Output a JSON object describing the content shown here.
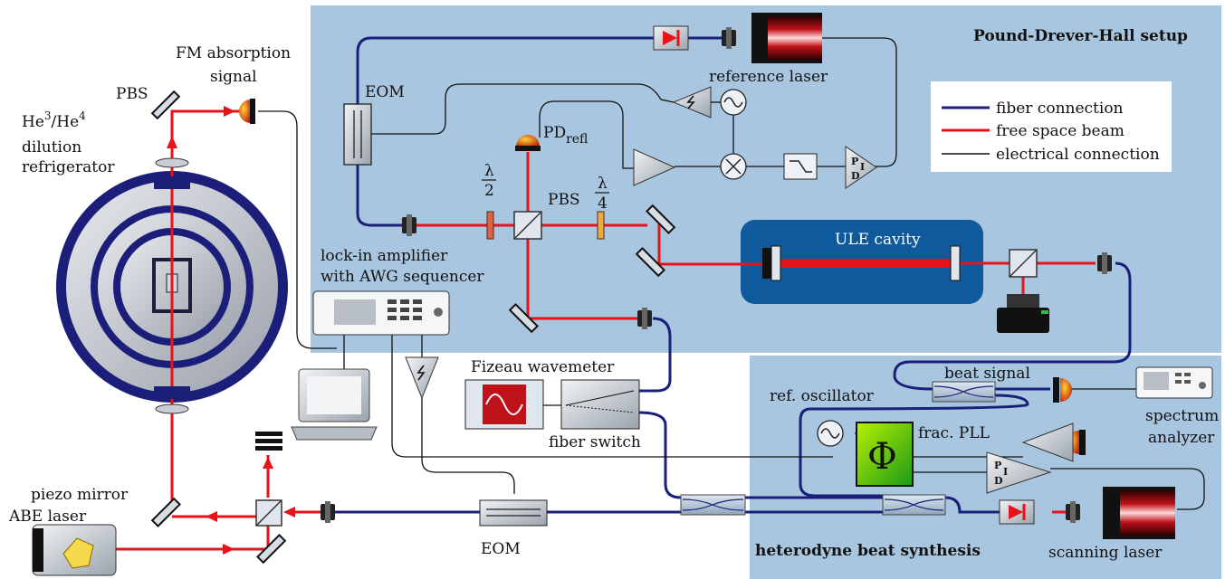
{
  "sections": {
    "pdh_title": "Pound-Drever-Hall setup",
    "beat_title": "heterodyne beat synthesis"
  },
  "legend": {
    "fiber": "fiber connection",
    "free_space": "free space beam",
    "electrical": "electrical connection"
  },
  "labels": {
    "fm_absorption_1": "FM absorption",
    "fm_absorption_2": "signal",
    "pbs_top": "PBS",
    "cryo_1": "He",
    "cryo_1_sup": "3",
    "cryo_1_mid": "/He",
    "cryo_1_sup2": "4",
    "cryo_2": "dilution",
    "cryo_3": "refrigerator",
    "eom_top": "EOM",
    "reference_laser": "reference laser",
    "pd_refl": "PD",
    "pd_refl_sub": "refl",
    "lambda_half_num": "λ",
    "lambda_half_den": "2",
    "lambda_quarter_num": "λ",
    "lambda_quarter_den": "4",
    "pbs_mid": "PBS",
    "ule_cavity": "ULE cavity",
    "lockin_1": "lock-in amplifier",
    "lockin_2": "with AWG sequencer",
    "fizeau": "Fizeau wavemeter",
    "fiber_switch": "fiber switch",
    "beat_signal": "beat signal",
    "ref_oscillator": "ref. oscillator",
    "frac_pll": "frac. PLL",
    "spectrum_1": "spectrum",
    "spectrum_2": "analyzer",
    "piezo_mirror": "piezo mirror",
    "abe_laser": "ABE laser",
    "eom_bottom": "EOM",
    "scanning_laser": "scanning laser",
    "phi": "Φ",
    "pi_p": "P",
    "pi_i": "I",
    "pi_d": "D"
  },
  "colors": {
    "pdh_bg": "#a8c6df",
    "beat_bg": "#a8c6df",
    "ule_bg": "#0e5a9c",
    "fiber": "#1a1f7a",
    "beam": "#e8121b",
    "electrical": "#111111"
  }
}
